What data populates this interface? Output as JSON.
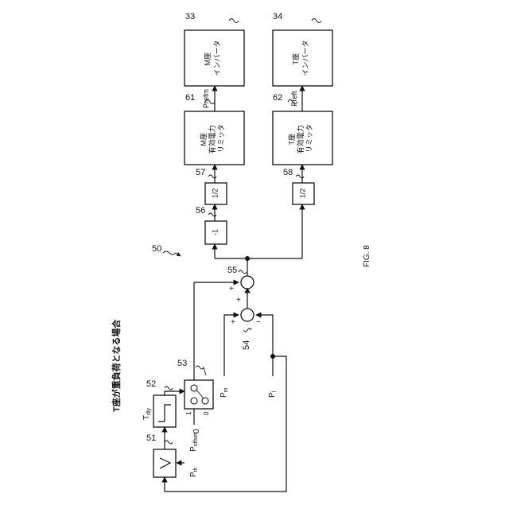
{
  "title": "T座が重負荷となる場合",
  "figure_label": "FIG. 8",
  "system_ref": "50",
  "blocks": {
    "b33": {
      "ref": "33",
      "text": [
        "M座",
        "インバータ"
      ]
    },
    "b34": {
      "ref": "34",
      "text": [
        "T座",
        "インバータ"
      ]
    },
    "b61": {
      "ref": "61",
      "text": [
        "M座",
        "有効電力",
        "リミッタ"
      ]
    },
    "b62": {
      "ref": "62",
      "text": [
        "T座",
        "有効電力",
        "リミッタ"
      ]
    },
    "b57": {
      "ref": "57",
      "text": "1/2"
    },
    "b58": {
      "ref": "58",
      "text": "1/2"
    },
    "b56": {
      "ref": "56",
      "text": "-1"
    },
    "b51": {
      "ref": "51"
    },
    "b52": {
      "ref": "52"
    },
    "b53": {
      "ref": "53"
    }
  },
  "nodes": {
    "n55": {
      "ref": "55"
    },
    "n54": {
      "ref": "54"
    }
  },
  "signals": {
    "prefm": "Prefm",
    "preft": "Preft",
    "tdly_main": "T",
    "tdly_sub": "dly",
    "pth_main": "P",
    "pth_sub": "th",
    "pm_main": "P",
    "pm_sub": "m",
    "pl_main": "P",
    "pl_sub": "l",
    "poffset_main": "P",
    "poffset_sub": "offset",
    "switch_in1": "1",
    "switch_in0": "0",
    "switch_zero": "0"
  },
  "signs": {
    "plus_a": "+",
    "plus_b": "+",
    "plus_c": "+",
    "minus": "−"
  }
}
